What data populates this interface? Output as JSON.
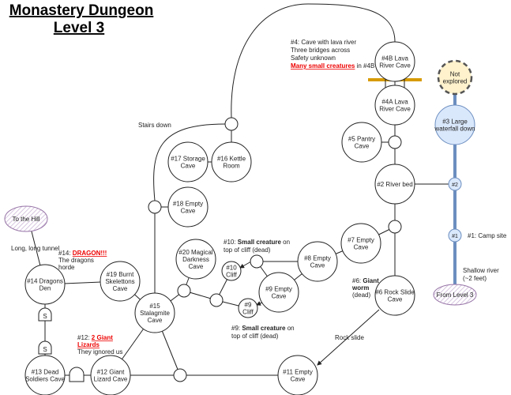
{
  "title": [
    "Monastery Dungeon",
    "Level 3"
  ],
  "colors": {
    "lava_bridge": "#d79b00",
    "water": "#6c8ebf",
    "water_fill": "#dae8fc",
    "unexplored_fill": "#fff2cc",
    "exit_stroke": "#9673a6",
    "danger": "#e00000"
  },
  "nodes": {
    "n4b": [
      "#4B Lava",
      "River Cave"
    ],
    "n4a": [
      "#4A Lava",
      "River Cave"
    ],
    "n5": [
      "#5 Pantry",
      "Cave"
    ],
    "n2": [
      "#2 River bed"
    ],
    "n7": [
      "#7 Empty",
      "Cave"
    ],
    "n6": [
      "#6 Rock Slide",
      "Cave"
    ],
    "n8": [
      "#8 Empty",
      "Cave"
    ],
    "n9": [
      "#9 Empty",
      "Cave"
    ],
    "n10c": [
      "#10",
      "Cliff"
    ],
    "n9c": [
      "#9",
      "Cliff"
    ],
    "n20": [
      "#20 Magical",
      "Darkness",
      "Cave"
    ],
    "n15": [
      "#15",
      "Stalagmite",
      "Cave"
    ],
    "n19": [
      "#19 Burnt",
      "Skelettons",
      "Cave"
    ],
    "n14": [
      "#14 Dragons",
      "Den"
    ],
    "n13": [
      "#13 Dead",
      "Soldiers Cave"
    ],
    "n12": [
      "#12 Giant",
      "Lizard Cave"
    ],
    "n11": [
      "#11 Empty",
      "Cave"
    ],
    "n18": [
      "#18 Empty",
      "Cave"
    ],
    "n17": [
      "#17 Storage",
      "Cave"
    ],
    "n16": [
      "#16 Kettle",
      "Room"
    ],
    "unexplored": [
      "Not",
      "explored"
    ],
    "n3": [
      "#3 Large",
      "waterfall down"
    ],
    "r2": [
      "#2"
    ],
    "r1": [
      "#1"
    ]
  },
  "exits": {
    "hill": "To the Hill",
    "level3": "From Level 3"
  },
  "gates": {
    "secret": "S"
  },
  "notes": {
    "n4": {
      "lines": [
        "#4: Cave with lava river",
        "Three bridges across",
        "Safety unknown"
      ],
      "danger": "Many small creatures",
      "danger_suffix": " in #4B"
    },
    "stairs": "Stairs down",
    "tunnel": "Long, long tunnel",
    "n14": {
      "prefix": "#14: ",
      "danger": "DRAGON!!!",
      "lines": [
        "The dragons",
        "horde"
      ]
    },
    "n12": {
      "prefix": "#12: ",
      "danger1": "2 Giant",
      "danger2": "Lizards",
      "line": "They ignored us"
    },
    "n10": {
      "prefix": "#10: ",
      "bold": "Small creature",
      "suffix": " on",
      "line": "top of cliff (dead)"
    },
    "n9": {
      "prefix": "#9: ",
      "bold": "Small creature",
      "suffix": " on",
      "line": "top of cliff (dead)"
    },
    "n6": {
      "prefix": "#6: ",
      "bold1": "Giant",
      "bold2": "worm",
      "line": "(dead)"
    },
    "camp": "#1: Camp site",
    "river": [
      "Shallow river",
      "(~2 feet)"
    ],
    "rockslide": "Rock slide"
  }
}
